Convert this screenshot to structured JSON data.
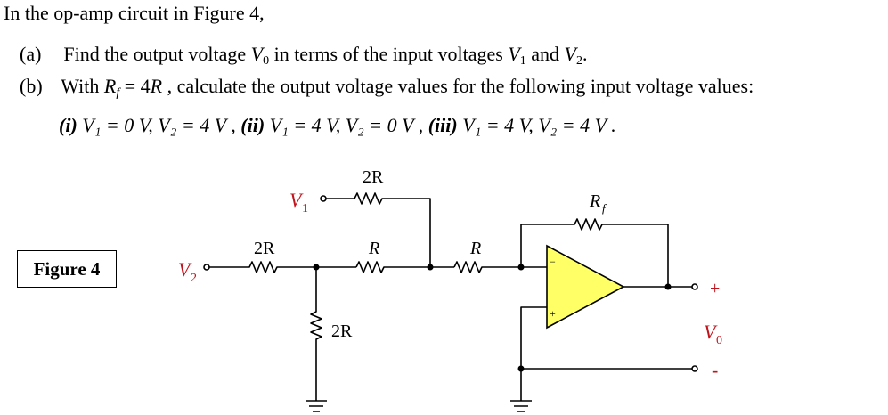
{
  "intro": "In the op-amp circuit in Figure 4,",
  "part_a": {
    "label": "(a)",
    "pre": "Find the output voltage ",
    "v": "V",
    "sub": "0",
    "mid": " in terms of the input voltages ",
    "v1": "V",
    "v1_sub": "1",
    "and": " and ",
    "v2": "V",
    "v2_sub": "2",
    "end": "."
  },
  "part_b": {
    "label": "(b)",
    "pre": "With ",
    "r": "R",
    "r_sub": "f",
    "eq": " = 4",
    "r2": "R",
    "rest": " , calculate the output voltage values for the following input voltage values:"
  },
  "cases": {
    "c1_label": "(i)",
    "c1_text": " V₁ = 0 V,  V₂ = 4 V , ",
    "c2_label": "(ii)",
    "c2_text": " V₁ = 4 V,  V₂ = 0 V , ",
    "c3_label": "(iii)",
    "c3_text": " V₁ = 4 V,  V₂ = 4 V ."
  },
  "figure_label": "Figure 4",
  "circuit": {
    "v1_label": "V",
    "v1_sub": "1",
    "v2_label": "V",
    "v2_sub": "2",
    "r_top": "2R",
    "r_v2": "2R",
    "r_mid": "R",
    "r_right": "R",
    "r_shunt": "2R",
    "rf_label": "R",
    "rf_sub": "f",
    "vo_label": "V",
    "vo_sub": "0",
    "plus": "+",
    "minus": "-",
    "opamp_minus": "−",
    "opamp_plus": "+"
  },
  "colors": {
    "opamp_fill": "#ffff66",
    "label_red": "#c0141c"
  }
}
